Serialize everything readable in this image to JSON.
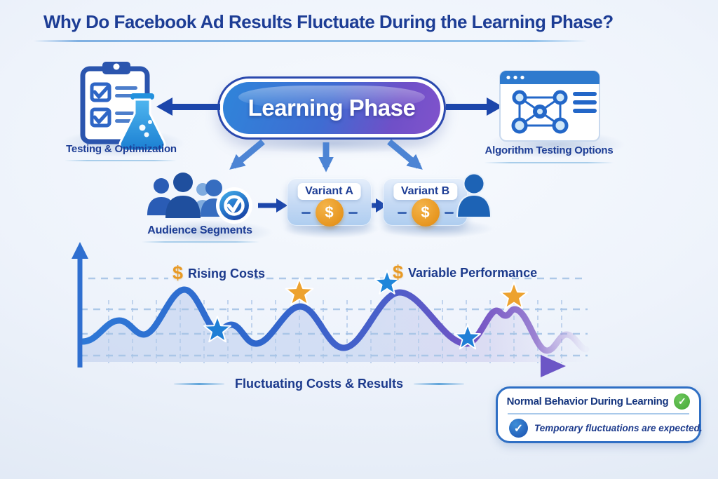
{
  "title": "Why Do Facebook Ad Results Fluctuate During the Learning Phase?",
  "flow": {
    "left_label": "Testing & Optimization",
    "center_label": "Learning Phase",
    "right_label": "Algorithm Testing Options"
  },
  "pipeline": {
    "audience_label": "Audience Segments",
    "variant_a_label": "Variant A",
    "variant_b_label": "Variant B",
    "dollar": "$"
  },
  "chart_data": {
    "type": "line",
    "style": "decorative fluctuating wave with shaded area, blue fading to purple toward the right",
    "x_axis_label": "Fluctuating Costs & Results",
    "y_axis_label": "",
    "grid": true,
    "legend": false,
    "dollar": "$",
    "annotations": [
      {
        "icon": "dollar-icon",
        "label": "Rising Costs"
      },
      {
        "icon": "dollar-icon",
        "label": "Variable Performance"
      }
    ],
    "markers": [
      {
        "shape": "star",
        "color": "blue",
        "location": "dip after first large peak"
      },
      {
        "shape": "star",
        "color": "orange",
        "location": "top of second peak"
      },
      {
        "shape": "star",
        "color": "blue",
        "location": "top of third peak"
      },
      {
        "shape": "star",
        "color": "blue",
        "location": "dip after third peak"
      },
      {
        "shape": "star",
        "color": "orange",
        "location": "top of fourth (double) peak"
      }
    ]
  },
  "callout": {
    "title": "Normal Behavior During Learning",
    "title_check": "✓",
    "note": "Temporary fluctuations are expected.",
    "note_check": "✓"
  },
  "colors": {
    "title_text": "#1d3d95",
    "pill_gradient_start": "#2f85da",
    "pill_gradient_end": "#8153cc",
    "arrow_navy": "#1c46ab",
    "curve_blue": "#2e78d6",
    "curve_purple": "#7353c4",
    "star_blue": "#1f7fd6",
    "star_orange": "#eda22f",
    "coin_orange": "#e6941d",
    "success_green": "#46a838",
    "check_blue": "#1a4fae"
  },
  "icons": {
    "left_node": "clipboard-checklist-flask-icon",
    "right_node": "browser-network-graph-icon",
    "audience": "people-group-check-badge-icon",
    "variant": "dollar-coin-icon",
    "person": "person-icon",
    "markers": "star-icon"
  }
}
